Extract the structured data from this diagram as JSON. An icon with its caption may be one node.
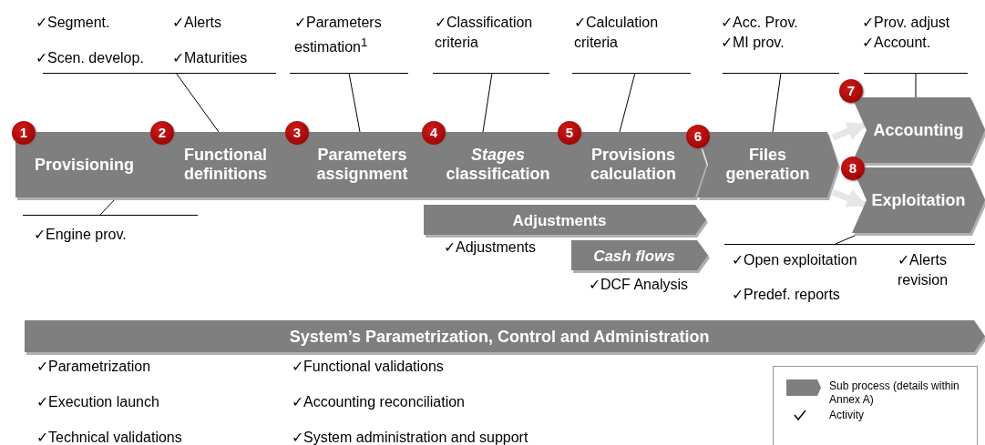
{
  "diagram": {
    "nodes": [
      {
        "text": [
          "1",
          "Provisioning"
        ]
      },
      {
        "text": [
          "2",
          "Functional definitions"
        ]
      },
      {
        "text": [
          "3",
          "Parameters assignment"
        ]
      },
      {
        "text": [
          "4",
          "*Stages* classification"
        ]
      },
      {
        "text": [
          "5",
          "Provisions calculation"
        ]
      },
      {
        "text": [
          "6",
          "Files generation"
        ]
      },
      {
        "text": [
          "7",
          "Accounting"
        ]
      },
      {
        "text": [
          "8",
          "Exploitation"
        ]
      },
      {
        "text": [
          "Adjustments"
        ],
        "beside": [
          "✓Adjustments"
        ]
      },
      {
        "text": [
          "Cash flows"
        ],
        "beside": [
          "✓DCF Analysis"
        ]
      },
      {
        "text": [
          "System’s Parametrization, Control and Administration"
        ],
        "beside": [
          "✓Parametrization",
          "✓Functional validations",
          "✓Execution launch",
          "✓Accounting reconciliation",
          "✓Technical validations",
          "✓System administration and support"
        ]
      },
      {
        "text": [
          "✓Segment.",
          "✓Scen. develop.",
          "✓Alerts",
          "✓Maturities"
        ]
      },
      {
        "text": [
          "✓Parameters estimation$^{1}$"
        ]
      },
      {
        "text": [
          "✓Classification criteria"
        ]
      },
      {
        "text": [
          "✓Calculation criteria"
        ]
      },
      {
        "text": [
          "✓Acc. Prov.",
          "✓MI prov."
        ]
      },
      {
        "text": [
          "✓Prov. adjust",
          "✓Account."
        ]
      },
      {
        "text": [
          "✓Engine prov."
        ]
      },
      {
        "text": [
          "✓Open exploitation",
          "✓Predef. reports",
          "✓Alerts revision"
        ]
      }
    ],
    "edges": [
      {
        "from": 11,
        "to": 1,
        "arrow": "none"
      },
      {
        "from": 12,
        "to": 2,
        "arrow": "none"
      },
      {
        "from": 13,
        "to": 3,
        "arrow": "none"
      },
      {
        "from": 14,
        "to": 4,
        "arrow": "none"
      },
      {
        "from": 15,
        "to": 5,
        "arrow": "none"
      },
      {
        "from": 16,
        "to": 6,
        "arrow": "none"
      },
      {
        "from": 17,
        "to": 0,
        "arrow": "none"
      },
      {
        "from": 18,
        "to": 7,
        "arrow": "none"
      },
      {
        "from": 5,
        "to": 6,
        "arrow": "to",
        "style": "thick",
        "color": "#e6e6e6"
      },
      {
        "from": 5,
        "to": 7,
        "arrow": "to",
        "style": "thick",
        "color": "#e6e6e6"
      }
    ],
    "legend": [
      {
        "text": "Sub process (details within Annex A)"
      },
      {
        "text": "Activity"
      }
    ]
  }
}
